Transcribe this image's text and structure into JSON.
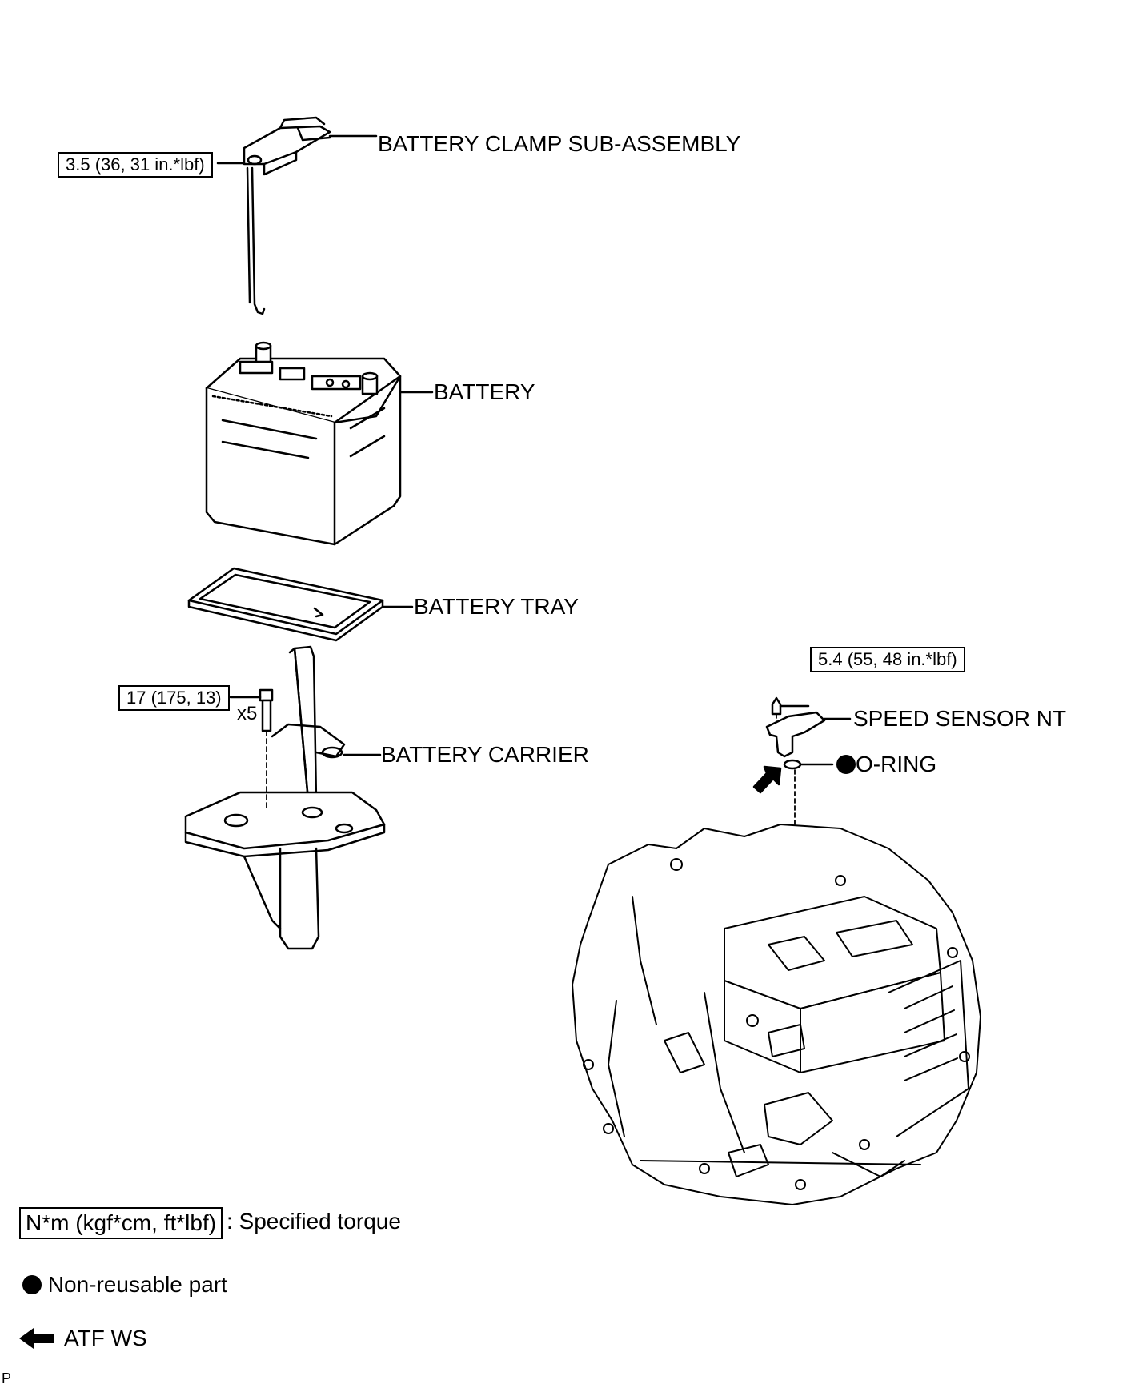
{
  "parts": {
    "clamp": "BATTERY CLAMP SUB-ASSEMBLY",
    "battery": "BATTERY",
    "tray": "BATTERY TRAY",
    "carrier": "BATTERY CARRIER",
    "speed_sensor": "SPEED SENSOR NT",
    "oring": "O-RING"
  },
  "torques": {
    "clamp": "3.5 (36, 31 in.*lbf)",
    "carrier": "17 (175, 13)",
    "sensor": "5.4 (55, 48 in.*lbf)"
  },
  "quantity": {
    "carrier_bolts": "x5"
  },
  "legend": {
    "torque_box": "N*m (kgf*cm, ft*lbf)",
    "torque_text": ": Specified torque",
    "nonreusable_text": "Non-reusable part",
    "atf_text": "ATF WS"
  },
  "corner_mark": "P",
  "colors": {
    "ink": "#000000",
    "paper": "#ffffff"
  }
}
